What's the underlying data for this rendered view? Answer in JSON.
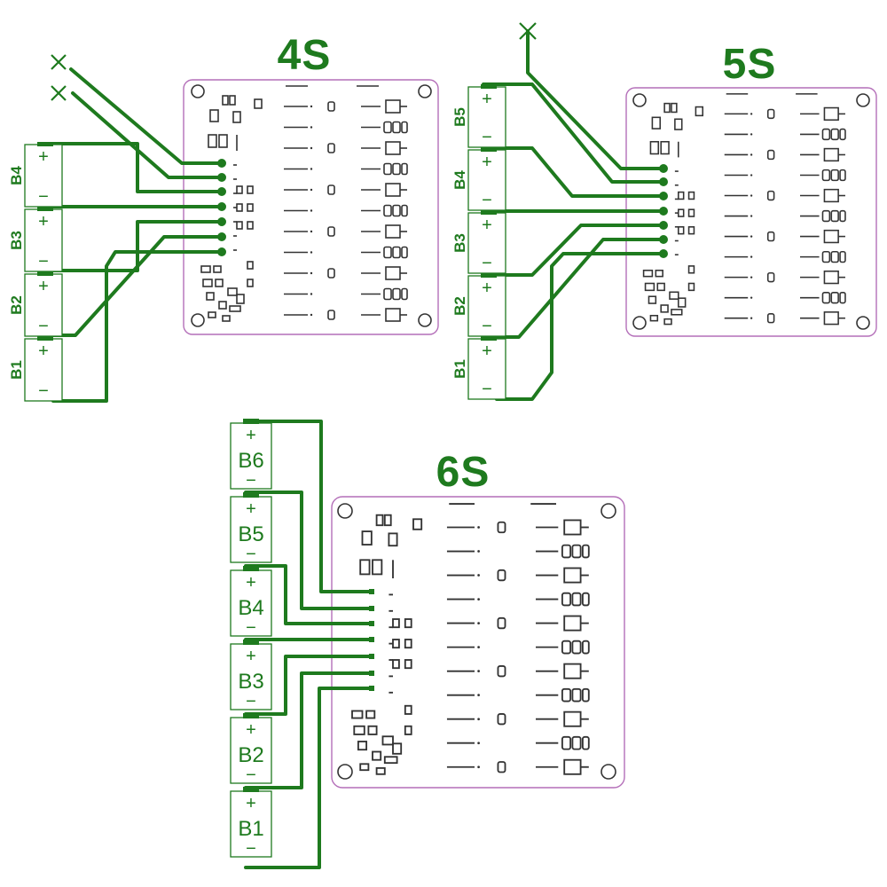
{
  "diagrams": [
    {
      "id": "4s",
      "title": "4S",
      "cells": [
        "B4",
        "B3",
        "B2",
        "B1"
      ]
    },
    {
      "id": "5s",
      "title": "5S",
      "cells": [
        "B5",
        "B4",
        "B3",
        "B2",
        "B1"
      ]
    },
    {
      "id": "6s",
      "title": "6S",
      "cells": [
        "B6",
        "B5",
        "B4",
        "B3",
        "B2",
        "B1"
      ]
    }
  ],
  "terminal_signs": {
    "positive": "+",
    "negative": "−"
  },
  "colors": {
    "wire": "#1e7a1e",
    "board_outline": "#b46fb9",
    "silkscreen": "#333333"
  }
}
